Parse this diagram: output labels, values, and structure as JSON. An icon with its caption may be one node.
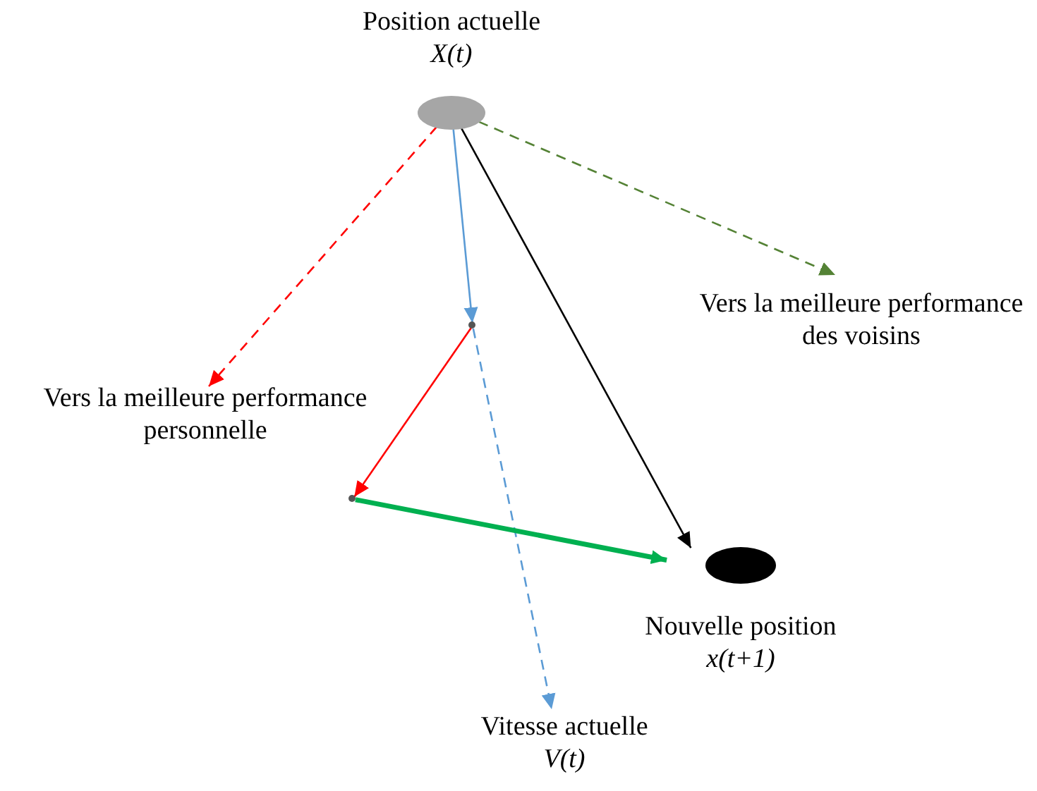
{
  "diagram": {
    "nodes": [
      {
        "text": [
          "Position actuelle",
          "X(t)"
        ]
      },
      {
        "text": [
          "Vers la meilleure performance des voisins"
        ]
      },
      {
        "text": [
          "Vers la meilleure performance personnelle"
        ]
      },
      {
        "text": [
          "Nouvelle position",
          "x(t+1)"
        ]
      },
      {
        "text": [
          "Vitesse actuelle",
          "V(t)"
        ]
      },
      {
        "text": [],
        "shape": "point"
      },
      {
        "text": [],
        "shape": "point"
      }
    ],
    "edges": [
      {
        "from": 0,
        "to": 2,
        "arrow": "to",
        "style": "dashed",
        "color": "#ff0000"
      },
      {
        "from": 0,
        "to": 1,
        "arrow": "to",
        "style": "dashed",
        "color": "#548235"
      },
      {
        "from": 0,
        "to": 5,
        "arrow": "to",
        "color": "#5b9bd5"
      },
      {
        "from": 5,
        "to": 4,
        "arrow": "to",
        "style": "dashed",
        "color": "#5b9bd5"
      },
      {
        "from": 5,
        "to": 6,
        "arrow": "to",
        "color": "#ff0000"
      },
      {
        "from": 6,
        "to": 3,
        "arrow": "to",
        "style": "thick",
        "color": "#00b050"
      },
      {
        "from": 0,
        "to": 3,
        "arrow": "to",
        "color": "#000000"
      }
    ]
  }
}
